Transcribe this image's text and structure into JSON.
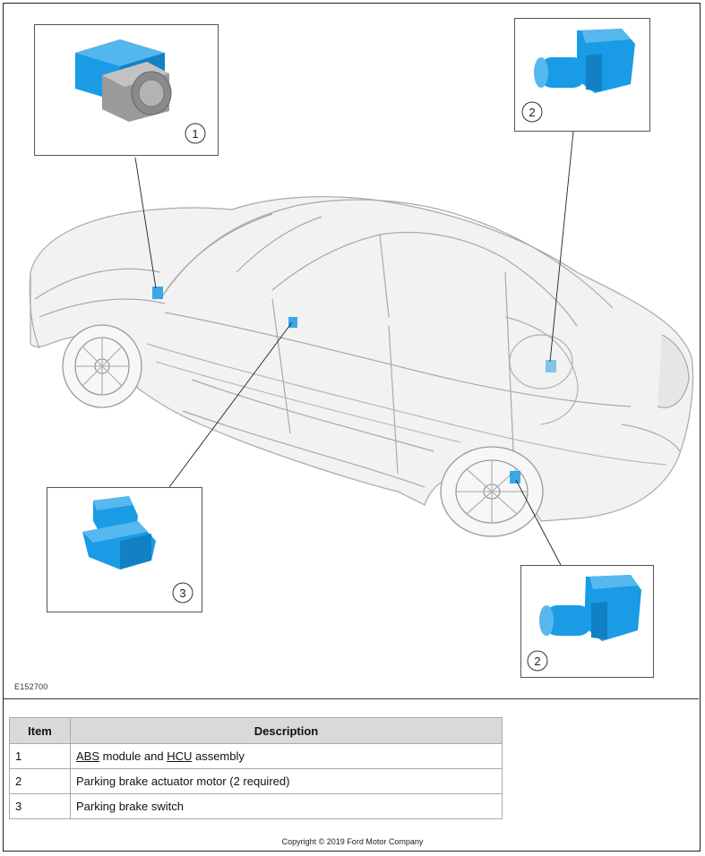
{
  "figure_id": "E152700",
  "callouts": [
    {
      "number": "1",
      "part": "abs-hcu"
    },
    {
      "number": "2",
      "part": "actuator-motor-rear-right"
    },
    {
      "number": "3",
      "part": "parking-brake-switch"
    },
    {
      "number": "2",
      "part": "actuator-motor-rear-left"
    }
  ],
  "legend": {
    "header_item": "Item",
    "header_description": "Description",
    "rows": [
      {
        "item": "1",
        "parts": [
          {
            "text": "ABS",
            "abbr": true
          },
          {
            "text": " module and ",
            "abbr": false
          },
          {
            "text": "HCU",
            "abbr": true
          },
          {
            "text": " assembly",
            "abbr": false
          }
        ]
      },
      {
        "item": "2",
        "parts": [
          {
            "text": "Parking brake actuator motor (2 required)",
            "abbr": false
          }
        ]
      },
      {
        "item": "3",
        "parts": [
          {
            "text": "Parking brake switch",
            "abbr": false
          }
        ]
      }
    ]
  },
  "copyright": "Copyright © 2019 Ford Motor Company",
  "colors": {
    "highlight": "#1a9be6",
    "car_line": "#9a9a9a",
    "module_grey": "#8a8a8a"
  }
}
